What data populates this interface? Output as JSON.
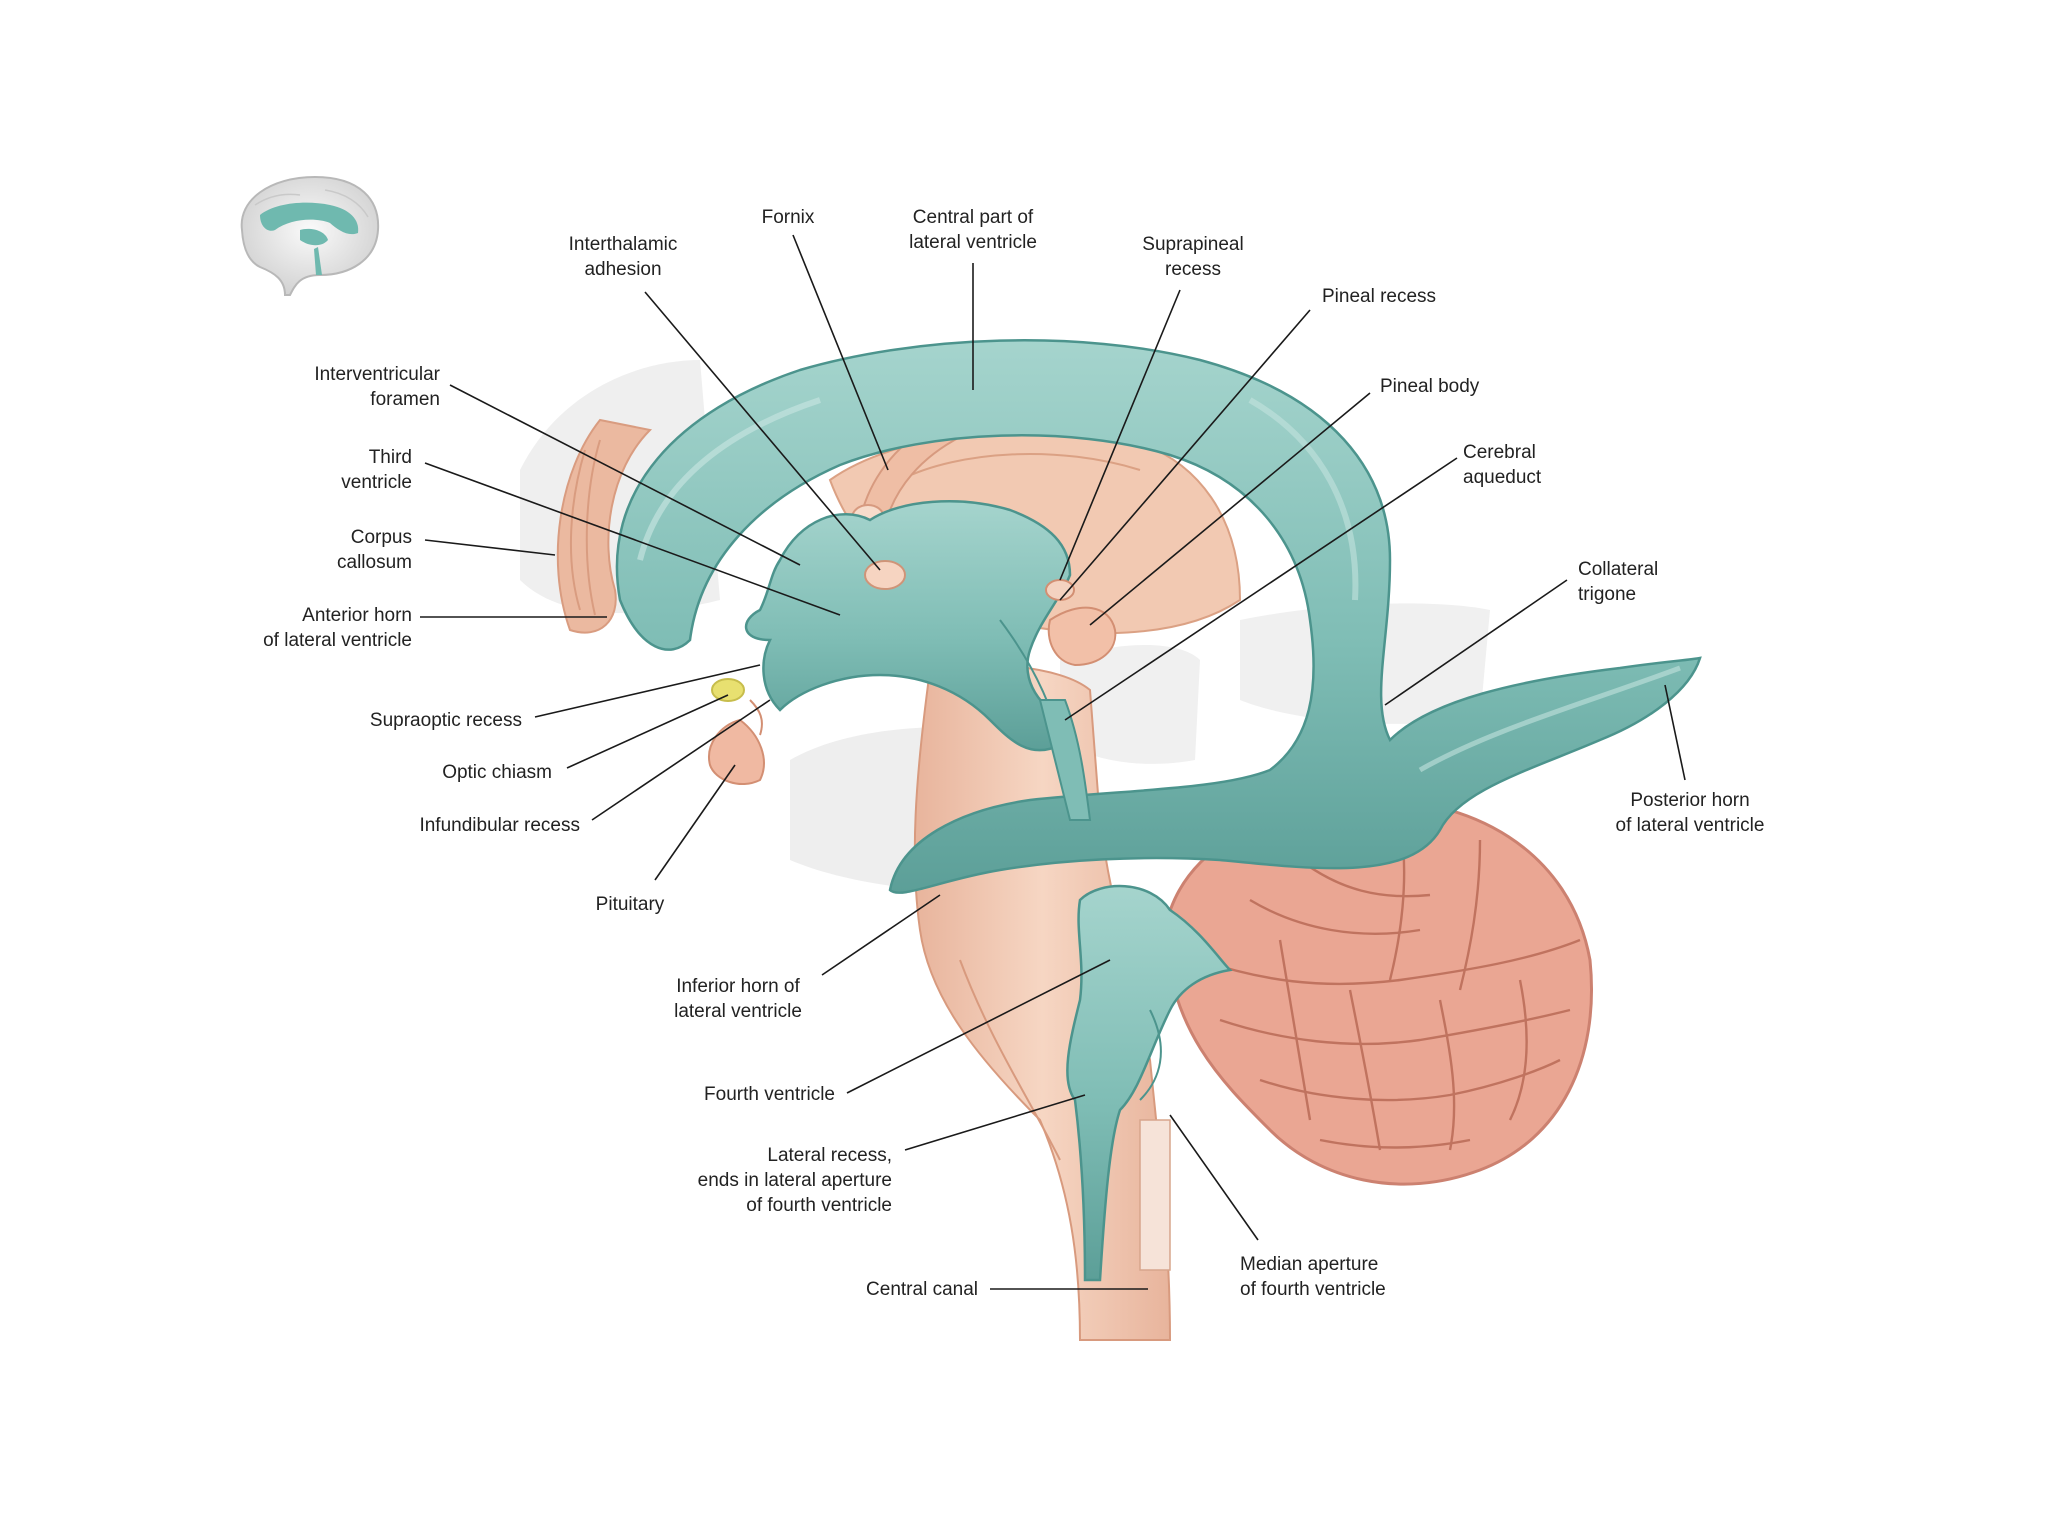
{
  "colors": {
    "ventricle": "#7fbdb5",
    "ventricle_dark": "#4f9a93",
    "ventricle_light": "#b7ddd7",
    "tissue": "#f3cdb7",
    "tissue_dark": "#e2a98f",
    "cerebellum": "#e9a896",
    "ghost": "#ececec",
    "leader": "#1a1a1a",
    "chiasm": "#e8e070"
  },
  "labels": {
    "interthalamic_adhesion": [
      "Interthalamic",
      "adhesion"
    ],
    "fornix": [
      "Fornix"
    ],
    "central_part": [
      "Central part of",
      "lateral ventricle"
    ],
    "suprapineal_recess": [
      "Suprapineal",
      "recess"
    ],
    "pineal_recess": [
      "Pineal recess"
    ],
    "pineal_body": [
      "Pineal body"
    ],
    "cerebral_aqueduct": [
      "Cerebral",
      "aqueduct"
    ],
    "collateral_trigone": [
      "Collateral",
      "trigone"
    ],
    "posterior_horn": [
      "Posterior horn",
      "of lateral ventricle"
    ],
    "interventricular_foramen": [
      "Interventricular",
      "foramen"
    ],
    "third_ventricle": [
      "Third",
      "ventricle"
    ],
    "corpus_callosum": [
      "Corpus",
      "callosum"
    ],
    "anterior_horn": [
      "Anterior horn",
      "of lateral ventricle"
    ],
    "supraoptic_recess": [
      "Supraoptic recess"
    ],
    "optic_chiasm": [
      "Optic chiasm"
    ],
    "infundibular_recess": [
      "Infundibular recess"
    ],
    "pituitary": [
      "Pituitary"
    ],
    "inferior_horn": [
      "Inferior horn of",
      "lateral ventricle"
    ],
    "fourth_ventricle": [
      "Fourth ventricle"
    ],
    "lateral_recess": [
      "Lateral recess,",
      "ends in lateral aperture",
      "of fourth ventricle"
    ],
    "central_canal": [
      "Central canal"
    ],
    "median_aperture": [
      "Median aperture",
      "of fourth ventricle"
    ]
  }
}
